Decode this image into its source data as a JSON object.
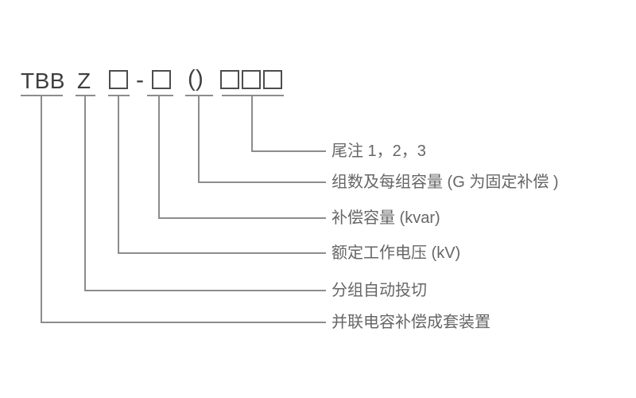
{
  "diagram": {
    "code_row": {
      "series": "TBB",
      "auto_switch": "Z",
      "separator": "-",
      "parentheses": "()",
      "placeholder_symbol": "□",
      "segments_display": "TBB Z □ - □ () □□□"
    },
    "labels": [
      "尾注 1，2，3",
      "组数及每组容量 (G 为固定补偿 )",
      "补偿容量 (kvar)",
      "额定工作电压 (kV)",
      "分组自动投切",
      "并联电容补偿成套装置"
    ],
    "colors": {
      "code_text": "#3f3f3f",
      "box_border": "#4d4d4d",
      "line": "#8c8c8c",
      "label_text": "#666666",
      "background": "#ffffff"
    }
  }
}
